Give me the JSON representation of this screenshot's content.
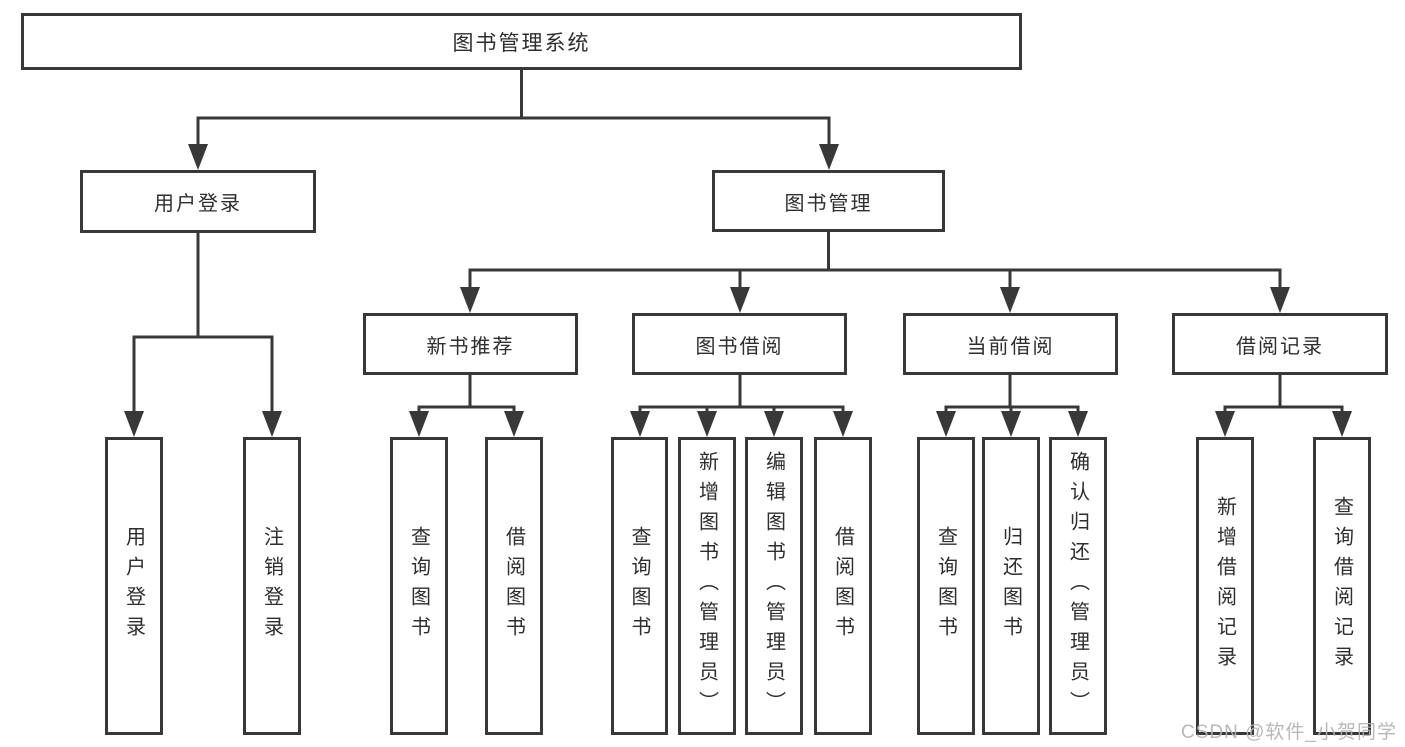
{
  "diagram": {
    "root": {
      "label": "图书管理系统"
    },
    "l2": [
      {
        "label": "用户登录"
      },
      {
        "label": "图书管理"
      }
    ],
    "l3": [
      {
        "label": "新书推荐"
      },
      {
        "label": "图书借阅"
      },
      {
        "label": "当前借阅"
      },
      {
        "label": "借阅记录"
      }
    ],
    "l4": {
      "g1": [
        {
          "label": "用户登录"
        },
        {
          "label": "注销登录"
        }
      ],
      "g2": [
        {
          "label": "查询图书"
        },
        {
          "label": "借阅图书"
        }
      ],
      "g3": [
        {
          "label": "查询图书"
        },
        {
          "label": "新增图书（管理员）"
        },
        {
          "label": "编辑图书（管理员）"
        },
        {
          "label": "借阅图书"
        }
      ],
      "g4": [
        {
          "label": "查询图书"
        },
        {
          "label": "归还图书"
        },
        {
          "label": "确认归还（管理员）"
        }
      ],
      "g5": [
        {
          "label": "新增借阅记录"
        },
        {
          "label": "查询借阅记录"
        }
      ]
    },
    "watermark": "CSDN @软件_小贺同学",
    "colors": {
      "line": "#383838",
      "box_border": "#383838",
      "box_bg": "#ffffff",
      "text": "#2e2e2e",
      "watermark": "#b2b2b2"
    }
  }
}
